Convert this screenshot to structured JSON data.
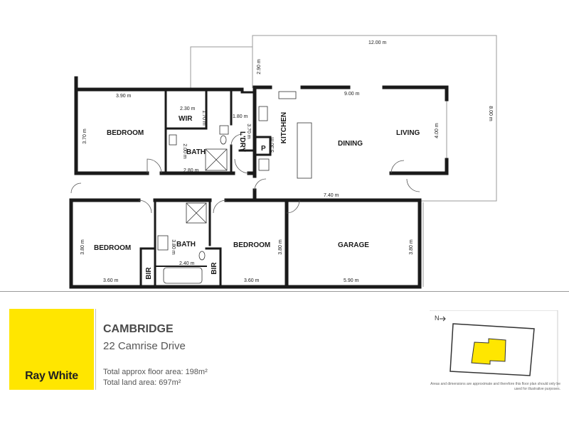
{
  "rooms": {
    "bedroom_main": "BEDROOM",
    "wir": "WIR",
    "bath_upper": "BATH",
    "laundry": "L'DRY",
    "pantry": "P",
    "kitchen": "KITCHEN",
    "dining": "DINING",
    "living": "LIVING",
    "bedroom_left": "BEDROOM",
    "bath_lower": "BATH",
    "bir_left": "BIR",
    "bir_right": "BIR",
    "bedroom_mid": "BEDROOM",
    "garage": "GARAGE"
  },
  "dims": {
    "bedroom_main_w": "3.90 m",
    "bedroom_main_h": "3.70 m",
    "wir_w": "2.30 m",
    "wir_h": "1.70 m",
    "bath_upper_w": "2.80 m",
    "bath_upper_h": "2.00 m",
    "laundry_w": "1.80 m",
    "laundry_h": "3.70 m",
    "kitchen_h": "5.30 m",
    "alfresco_w": "12.00 m",
    "alfresco_h": "8.00 m",
    "alfresco_left": "2.90 m",
    "dining_w": "9.00 m",
    "living_h": "4.00 m",
    "dining_bottom": "7.40 m",
    "bedroom_left_h": "3.80 m",
    "bedroom_left_w": "3.60 m",
    "bath_lower_h": "3.80 m",
    "bath_lower_w": "2.40 m",
    "bedroom_mid_w": "3.60 m",
    "bedroom_mid_h": "3.80 m",
    "garage_w": "5.90 m",
    "garage_h": "3.80 m"
  },
  "footer": {
    "brand": "Ray White",
    "title": "CAMBRIDGE",
    "address": "22 Camrise Drive",
    "floor_area": "Total approx floor area: 198m²",
    "land_area": "Total land area: 697m²",
    "north": "N",
    "disclaimer": "Areas and dimensions are approximate and therefore this floor plan should only be used for illustrative purposes."
  },
  "colors": {
    "brand_yellow": "#ffe600",
    "wall": "#1a1a1a",
    "outline": "#9a9a9a"
  }
}
